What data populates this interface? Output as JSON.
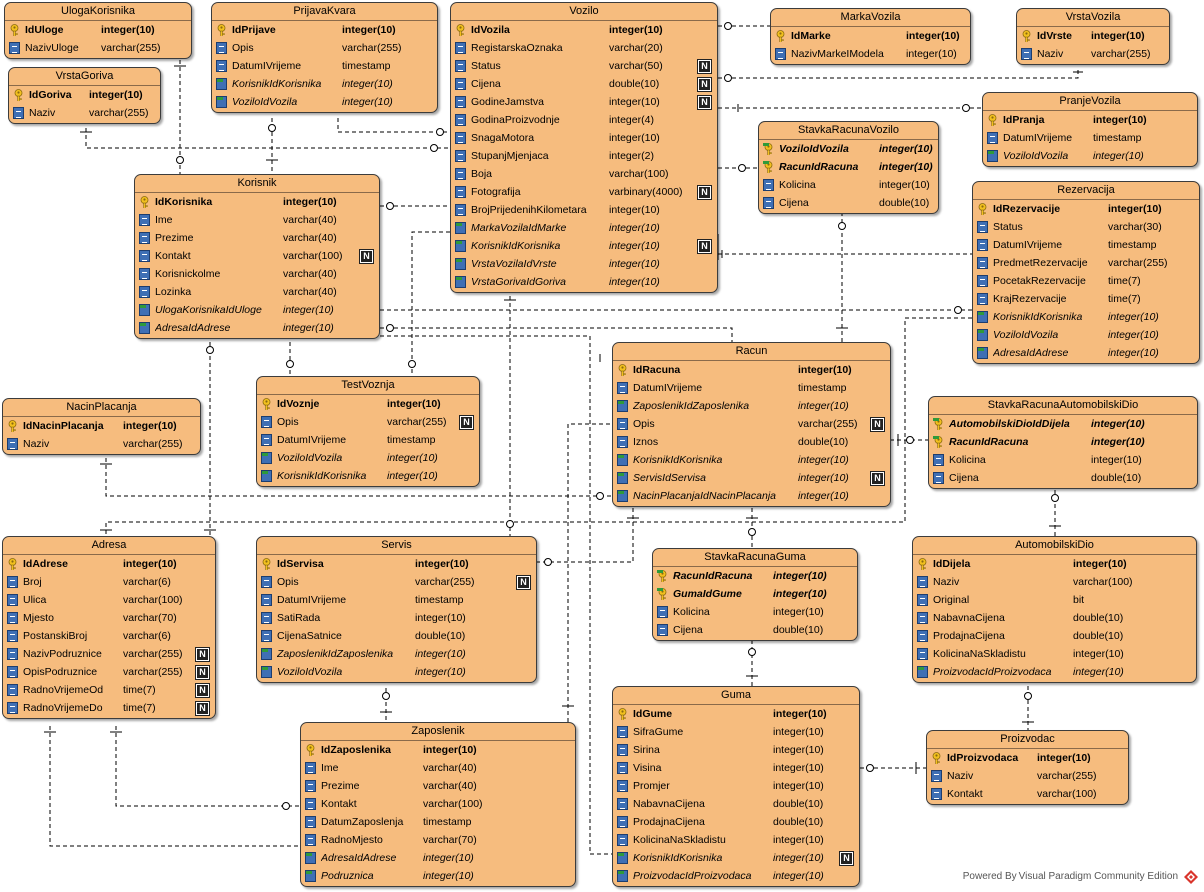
{
  "footer": {
    "text": "Powered By Visual Paradigm Community Edition"
  },
  "colors": {
    "entity_fill": "#f6bc7e",
    "entity_border": "#3c3c3c",
    "pk_icon": "#f2c01e",
    "fk_marker": "#2f9a3a",
    "column_icon": "#3f6fb4"
  },
  "entities": [
    {
      "id": "uloga",
      "name": "UlogaKorisnika",
      "fields": [
        {
          "name": "IdUloge",
          "type": "integer(10)",
          "kind": "pk"
        },
        {
          "name": "NazivUloge",
          "type": "varchar(255)",
          "kind": "col"
        }
      ]
    },
    {
      "id": "vrstagoriva",
      "name": "VrstaGoriva",
      "fields": [
        {
          "name": "IdGoriva",
          "type": "integer(10)",
          "kind": "pk"
        },
        {
          "name": "Naziv",
          "type": "varchar(255)",
          "kind": "col"
        }
      ]
    },
    {
      "id": "prijavakvara",
      "name": "PrijavaKvara",
      "fields": [
        {
          "name": "IdPrijave",
          "type": "integer(10)",
          "kind": "pk"
        },
        {
          "name": "Opis",
          "type": "varchar(255)",
          "kind": "col"
        },
        {
          "name": "DatumIVrijeme",
          "type": "timestamp",
          "kind": "col"
        },
        {
          "name": "KorisnikIdKorisnika",
          "type": "integer(10)",
          "kind": "fk"
        },
        {
          "name": "VoziloIdVozila",
          "type": "integer(10)",
          "kind": "fk"
        }
      ]
    },
    {
      "id": "vozilo",
      "name": "Vozilo",
      "fields": [
        {
          "name": "IdVozila",
          "type": "integer(10)",
          "kind": "pk"
        },
        {
          "name": "RegistarskaOznaka",
          "type": "varchar(20)",
          "kind": "col"
        },
        {
          "name": "Status",
          "type": "varchar(50)",
          "kind": "col",
          "nullable": true
        },
        {
          "name": "Cijena",
          "type": "double(10)",
          "kind": "col",
          "nullable": true
        },
        {
          "name": "GodineJamstva",
          "type": "integer(10)",
          "kind": "col",
          "nullable": true
        },
        {
          "name": "GodinaProizvodnje",
          "type": "integer(4)",
          "kind": "col"
        },
        {
          "name": "SnagaMotora",
          "type": "integer(10)",
          "kind": "col"
        },
        {
          "name": "StupanjMjenjaca",
          "type": "integer(2)",
          "kind": "col"
        },
        {
          "name": "Boja",
          "type": "varchar(100)",
          "kind": "col"
        },
        {
          "name": "Fotografija",
          "type": "varbinary(4000)",
          "kind": "col",
          "nullable": true
        },
        {
          "name": "BrojPrijedenihKilometara",
          "type": "integer(10)",
          "kind": "col"
        },
        {
          "name": "MarkaVozilaIdMarke",
          "type": "integer(10)",
          "kind": "fk"
        },
        {
          "name": "KorisnikIdKorisnika",
          "type": "integer(10)",
          "kind": "fk",
          "nullable": true
        },
        {
          "name": "VrstaVozilaIdVrste",
          "type": "integer(10)",
          "kind": "fk"
        },
        {
          "name": "VrstaGorivaIdGoriva",
          "type": "integer(10)",
          "kind": "fk"
        }
      ]
    },
    {
      "id": "markavozila",
      "name": "MarkaVozila",
      "fields": [
        {
          "name": "IdMarke",
          "type": "integer(10)",
          "kind": "pk"
        },
        {
          "name": "NazivMarkeIModela",
          "type": "integer(10)",
          "kind": "col"
        }
      ]
    },
    {
      "id": "vrstavozila",
      "name": "VrstaVozila",
      "fields": [
        {
          "name": "IdVrste",
          "type": "integer(10)",
          "kind": "pk"
        },
        {
          "name": "Naziv",
          "type": "varchar(255)",
          "kind": "col"
        }
      ]
    },
    {
      "id": "pranjevozila",
      "name": "PranjeVozila",
      "fields": [
        {
          "name": "IdPranja",
          "type": "integer(10)",
          "kind": "pk"
        },
        {
          "name": "DatumIVrijeme",
          "type": "timestamp",
          "kind": "col"
        },
        {
          "name": "VoziloIdVozila",
          "type": "integer(10)",
          "kind": "fk"
        }
      ]
    },
    {
      "id": "stavkaracunavozilo",
      "name": "StavkaRacunaVozilo",
      "fields": [
        {
          "name": "VoziloIdVozila",
          "type": "integer(10)",
          "kind": "pkfk"
        },
        {
          "name": "RacunIdRacuna",
          "type": "integer(10)",
          "kind": "pkfk"
        },
        {
          "name": "Kolicina",
          "type": "integer(10)",
          "kind": "col"
        },
        {
          "name": "Cijena",
          "type": "double(10)",
          "kind": "col"
        }
      ]
    },
    {
      "id": "korisnik",
      "name": "Korisnik",
      "fields": [
        {
          "name": "IdKorisnika",
          "type": "integer(10)",
          "kind": "pk"
        },
        {
          "name": "Ime",
          "type": "varchar(40)",
          "kind": "col"
        },
        {
          "name": "Prezime",
          "type": "varchar(40)",
          "kind": "col"
        },
        {
          "name": "Kontakt",
          "type": "varchar(100)",
          "kind": "col",
          "nullable": true
        },
        {
          "name": "Korisnickolme",
          "type": "varchar(40)",
          "kind": "col"
        },
        {
          "name": "Lozinka",
          "type": "varchar(40)",
          "kind": "col"
        },
        {
          "name": "UlogaKorisnikaIdUloge",
          "type": "integer(10)",
          "kind": "fk"
        },
        {
          "name": "AdresaIdAdrese",
          "type": "integer(10)",
          "kind": "fk"
        }
      ]
    },
    {
      "id": "rezervacija",
      "name": "Rezervacija",
      "fields": [
        {
          "name": "IdRezervacije",
          "type": "integer(10)",
          "kind": "pk"
        },
        {
          "name": "Status",
          "type": "varchar(30)",
          "kind": "col"
        },
        {
          "name": "DatumIVrijeme",
          "type": "timestamp",
          "kind": "col"
        },
        {
          "name": "PredmetRezervacije",
          "type": "varchar(255)",
          "kind": "col"
        },
        {
          "name": "PocetakRezervacije",
          "type": "time(7)",
          "kind": "col"
        },
        {
          "name": "KrajRezervacije",
          "type": "time(7)",
          "kind": "col"
        },
        {
          "name": "KorisnikIdKorisnika",
          "type": "integer(10)",
          "kind": "fk"
        },
        {
          "name": "VoziloIdVozila",
          "type": "integer(10)",
          "kind": "fk"
        },
        {
          "name": "AdresaIdAdrese",
          "type": "integer(10)",
          "kind": "fk"
        }
      ]
    },
    {
      "id": "testvoznja",
      "name": "TestVoznja",
      "fields": [
        {
          "name": "IdVoznje",
          "type": "integer(10)",
          "kind": "pk"
        },
        {
          "name": "Opis",
          "type": "varchar(255)",
          "kind": "col",
          "nullable": true
        },
        {
          "name": "DatumIVrijeme",
          "type": "timestamp",
          "kind": "col"
        },
        {
          "name": "VoziloIdVozila",
          "type": "integer(10)",
          "kind": "fk"
        },
        {
          "name": "KorisnikIdKorisnika",
          "type": "integer(10)",
          "kind": "fk"
        }
      ]
    },
    {
      "id": "nacinplacanja",
      "name": "NacinPlacanja",
      "fields": [
        {
          "name": "IdNacinPlacanja",
          "type": "integer(10)",
          "kind": "pk"
        },
        {
          "name": "Naziv",
          "type": "varchar(255)",
          "kind": "col"
        }
      ]
    },
    {
      "id": "racun",
      "name": "Racun",
      "fields": [
        {
          "name": "IdRacuna",
          "type": "integer(10)",
          "kind": "pk"
        },
        {
          "name": "DatumIVrijeme",
          "type": "timestamp",
          "kind": "col"
        },
        {
          "name": "ZaposlenikIdZaposlenika",
          "type": "integer(10)",
          "kind": "fk"
        },
        {
          "name": "Opis",
          "type": "varchar(255)",
          "kind": "col",
          "nullable": true
        },
        {
          "name": "Iznos",
          "type": "double(10)",
          "kind": "col"
        },
        {
          "name": "KorisnikIdKorisnika",
          "type": "integer(10)",
          "kind": "fk"
        },
        {
          "name": "ServisIdServisa",
          "type": "integer(10)",
          "kind": "fk",
          "nullable": true
        },
        {
          "name": "NacinPlacanjaIdNacinPlacanja",
          "type": "integer(10)",
          "kind": "fk"
        }
      ]
    },
    {
      "id": "stavkaracunaautomobilskidio",
      "name": "StavkaRacunaAutomobilskiDio",
      "fields": [
        {
          "name": "AutomobilskiDioIdDijela",
          "type": "integer(10)",
          "kind": "pkfk"
        },
        {
          "name": "RacunIdRacuna",
          "type": "integer(10)",
          "kind": "pkfk"
        },
        {
          "name": "Kolicina",
          "type": "integer(10)",
          "kind": "col"
        },
        {
          "name": "Cijena",
          "type": "double(10)",
          "kind": "col"
        }
      ]
    },
    {
      "id": "adresa",
      "name": "Adresa",
      "fields": [
        {
          "name": "IdAdrese",
          "type": "integer(10)",
          "kind": "pk"
        },
        {
          "name": "Broj",
          "type": "varchar(6)",
          "kind": "col"
        },
        {
          "name": "Ulica",
          "type": "varchar(100)",
          "kind": "col"
        },
        {
          "name": "Mjesto",
          "type": "varchar(70)",
          "kind": "col"
        },
        {
          "name": "PostanskiBroj",
          "type": "varchar(6)",
          "kind": "col"
        },
        {
          "name": "NazivPodruznice",
          "type": "varchar(255)",
          "kind": "col",
          "nullable": true
        },
        {
          "name": "OpisPodruznice",
          "type": "varchar(255)",
          "kind": "col",
          "nullable": true
        },
        {
          "name": "RadnoVrijemeOd",
          "type": "time(7)",
          "kind": "col",
          "nullable": true
        },
        {
          "name": "RadnoVrijemeDo",
          "type": "time(7)",
          "kind": "col",
          "nullable": true
        }
      ]
    },
    {
      "id": "servis",
      "name": "Servis",
      "fields": [
        {
          "name": "IdServisa",
          "type": "integer(10)",
          "kind": "pk"
        },
        {
          "name": "Opis",
          "type": "varchar(255)",
          "kind": "col",
          "nullable": true
        },
        {
          "name": "DatumIVrijeme",
          "type": "timestamp",
          "kind": "col"
        },
        {
          "name": "SatiRada",
          "type": "integer(10)",
          "kind": "col"
        },
        {
          "name": "CijenaSatnice",
          "type": "double(10)",
          "kind": "col"
        },
        {
          "name": "ZaposlenikIdZaposlenika",
          "type": "integer(10)",
          "kind": "fk"
        },
        {
          "name": "VoziloIdVozila",
          "type": "integer(10)",
          "kind": "fk"
        }
      ]
    },
    {
      "id": "stavkaracunaguma",
      "name": "StavkaRacunaGuma",
      "fields": [
        {
          "name": "RacunIdRacuna",
          "type": "integer(10)",
          "kind": "pkfk"
        },
        {
          "name": "GumaIdGume",
          "type": "integer(10)",
          "kind": "pkfk"
        },
        {
          "name": "Kolicina",
          "type": "integer(10)",
          "kind": "col"
        },
        {
          "name": "Cijena",
          "type": "double(10)",
          "kind": "col"
        }
      ]
    },
    {
      "id": "automobilskidio",
      "name": "AutomobilskiDio",
      "fields": [
        {
          "name": "IdDijela",
          "type": "integer(10)",
          "kind": "pk"
        },
        {
          "name": "Naziv",
          "type": "varchar(100)",
          "kind": "col"
        },
        {
          "name": "Original",
          "type": "bit",
          "kind": "col"
        },
        {
          "name": "NabavnaCijena",
          "type": "double(10)",
          "kind": "col"
        },
        {
          "name": "ProdajnaCijena",
          "type": "double(10)",
          "kind": "col"
        },
        {
          "name": "KolicinaNaSkladistu",
          "type": "integer(10)",
          "kind": "col"
        },
        {
          "name": "ProizvodacIdProizvodaca",
          "type": "integer(10)",
          "kind": "fk"
        }
      ]
    },
    {
      "id": "zaposlenik",
      "name": "Zaposlenik",
      "fields": [
        {
          "name": "IdZaposlenika",
          "type": "integer(10)",
          "kind": "pk"
        },
        {
          "name": "Ime",
          "type": "varchar(40)",
          "kind": "col"
        },
        {
          "name": "Prezime",
          "type": "varchar(40)",
          "kind": "col"
        },
        {
          "name": "Kontakt",
          "type": "varchar(100)",
          "kind": "col"
        },
        {
          "name": "DatumZaposlenja",
          "type": "timestamp",
          "kind": "col"
        },
        {
          "name": "RadnoMjesto",
          "type": "varchar(70)",
          "kind": "col"
        },
        {
          "name": "AdresaIdAdrese",
          "type": "integer(10)",
          "kind": "fk"
        },
        {
          "name": "Podruznica",
          "type": "integer(10)",
          "kind": "fk"
        }
      ]
    },
    {
      "id": "guma",
      "name": "Guma",
      "fields": [
        {
          "name": "IdGume",
          "type": "integer(10)",
          "kind": "pk"
        },
        {
          "name": "SifraGume",
          "type": "integer(10)",
          "kind": "col"
        },
        {
          "name": "Sirina",
          "type": "integer(10)",
          "kind": "col"
        },
        {
          "name": "Visina",
          "type": "integer(10)",
          "kind": "col"
        },
        {
          "name": "Promjer",
          "type": "integer(10)",
          "kind": "col"
        },
        {
          "name": "NabavnaCijena",
          "type": "double(10)",
          "kind": "col"
        },
        {
          "name": "ProdajnaCijena",
          "type": "double(10)",
          "kind": "col"
        },
        {
          "name": "KolicinaNaSkladistu",
          "type": "integer(10)",
          "kind": "col"
        },
        {
          "name": "KorisnikIdKorisnika",
          "type": "integer(10)",
          "kind": "fk",
          "nullable": true
        },
        {
          "name": "ProizvodacIdProizvodaca",
          "type": "integer(10)",
          "kind": "fk"
        }
      ]
    },
    {
      "id": "proizvodac",
      "name": "Proizvodac",
      "fields": [
        {
          "name": "IdProizvodaca",
          "type": "integer(10)",
          "kind": "pk"
        },
        {
          "name": "Naziv",
          "type": "varchar(255)",
          "kind": "col"
        },
        {
          "name": "Kontakt",
          "type": "varchar(100)",
          "kind": "col"
        }
      ]
    }
  ]
}
